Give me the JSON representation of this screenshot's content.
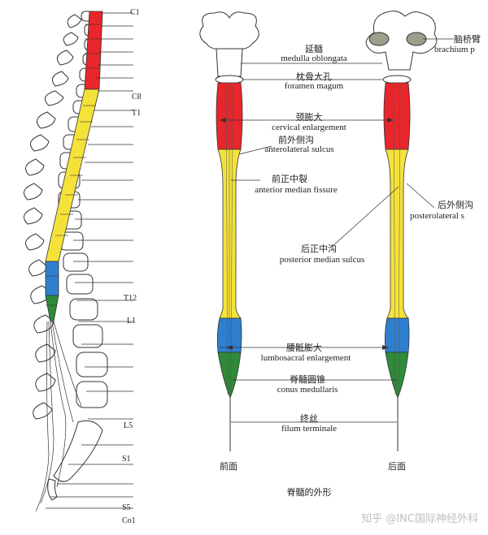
{
  "vertebra_labels": {
    "c1": "C1",
    "c8": "C8",
    "t1": "T1",
    "t12": "T12",
    "l1": "L1",
    "l5": "L5",
    "s1": "S1",
    "s5": "S5",
    "co1": "Co1"
  },
  "labels": {
    "medulla_zh": "延髓",
    "medulla_en": "medulla oblongata",
    "foramen_zh": "枕骨大孔",
    "foramen_en": "foramen magum",
    "cervical_zh": "颈膨大",
    "cervical_en": "cervical enlargement",
    "anterolateral_zh": "前外侧沟",
    "anterolateral_en": "anterolateral sulcus",
    "anterior_fissure_zh": "前正中裂",
    "anterior_fissure_en": "anterior median fissure",
    "brachium_zh": "脑桥臂",
    "brachium_en": "brachium p",
    "posterolateral_zh": "后外侧沟",
    "posterolateral_en": "posterolateral s",
    "posterior_sulcus_zh": "后正中沟",
    "posterior_sulcus_en": "posterior median sulcus",
    "lumbosacral_zh": "腰骶膨大",
    "lumbosacral_en": "lumbosacral enlargement",
    "conus_zh": "脊髓圆锥",
    "conus_en": "conus medullaris",
    "filum_zh": "终丝",
    "filum_en": "filum terminale"
  },
  "captions": {
    "front": "前面",
    "back": "后面",
    "title": "脊髓的外形"
  },
  "watermark": "知乎 @INC国际神经外科",
  "colors": {
    "cervical": "#e8262b",
    "thoracic": "#f4e23a",
    "lumbar": "#2f7fd0",
    "sacral": "#2f8a3a",
    "outline": "#333333",
    "bone": "#ffffff"
  }
}
